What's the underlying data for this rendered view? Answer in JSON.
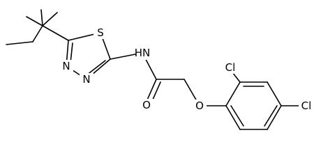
{
  "molecule": {
    "atoms": {
      "S": "S",
      "N1": "N",
      "N2": "N",
      "NH": "N",
      "NH_H": "H",
      "O1": "O",
      "O2": "O",
      "Cl1": "Cl",
      "Cl2": "Cl"
    }
  },
  "colors": {
    "bond": "#000000",
    "text": "#000000",
    "background": "#ffffff"
  }
}
